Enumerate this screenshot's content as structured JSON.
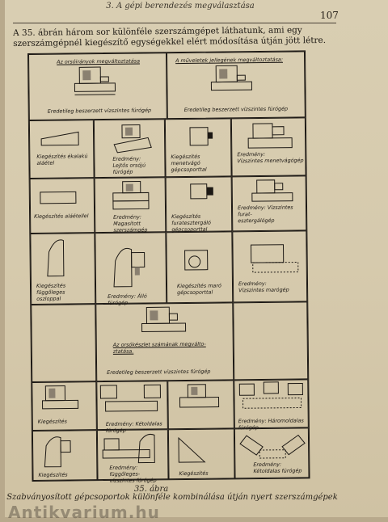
{
  "page": {
    "running_head": "3. A gépi berendezés megválasztása",
    "page_number": "107",
    "intro": "A 35. ábrán három sor különféle szerszámgépet láthatunk, ami egy szerszámgépnél kiegészítő egységekkel elért módosítása útján jött létre."
  },
  "figure": {
    "row1": {
      "left_title": "Az orsóirányok megváltoztatása",
      "left_caption": "Eredetileg beszerzett vízszintes fúrógép",
      "right_title": "A műveletek jellegének megváltoztatása:",
      "right_caption": "Eredetileg beszerzett vízszintes fúrógép"
    },
    "row2": {
      "c1": "Kiegészítés ékalakú\naláétel",
      "c2": "Eredmény:\nLejtős orsójú fúrógép",
      "c3": "Kiegészítés menetvágó\ngépcsoporttal",
      "c4": "Eredmény:\nVízszintes menetvágógép"
    },
    "row3": {
      "c1": "Kiegészítés aláétellel",
      "c2": "Eredmény:\nMagasított szerszámgép",
      "c3": "Kiegészítés furatesztergáló\ngépcsoporttal",
      "c4": "Eredmény: Vízszintes furat-\nesztergálógép"
    },
    "row4": {
      "c1": "Kiegészítés függőleges\noszloppal",
      "c2": "Eredmény: Álló fúrógép",
      "c3": "Kiegészítés maró\ngépcsoporttal",
      "c4": "Eredmény:\nVízszintes marógép"
    },
    "row5": {
      "title": "Az orsókészlet számának megválto-\nztatása.",
      "caption": "Eredetileg beszerzett vízszintes fúrógép"
    },
    "row6": {
      "c1": "Kiegészítés",
      "c2": "Eredmény: Kétoldalas fúrógép",
      "c4": "Eredmény: Háromoldalas fúrógép"
    },
    "row7": {
      "c1": "Kiegészítés",
      "c2": "Eredmény: függőleges-\nvízszintes fúrógép",
      "c3": "Kiegészítés",
      "c4": "Eredmény:\nKétoldalas fúrógép"
    }
  },
  "caption": {
    "number": "35. ábra",
    "text": "Szabványosított gépcsoportok különféle kombinálása útján nyert szerszámgépek"
  },
  "watermark": "Antikvarium.hu",
  "colors": {
    "paper": "#d6caad",
    "ink": "#1c1814"
  }
}
